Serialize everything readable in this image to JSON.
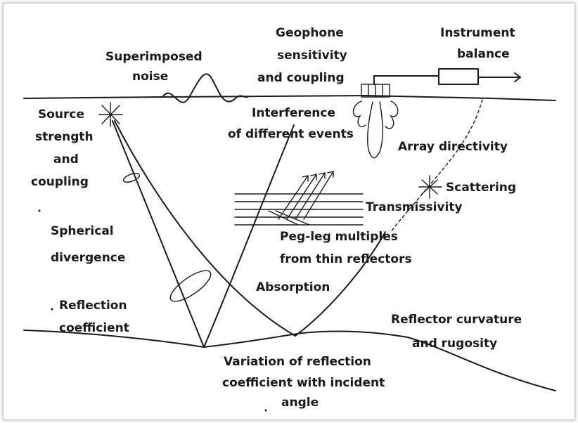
{
  "labels": {
    "superimposed_noise": [
      "Superimposed",
      "noise"
    ],
    "geophone": [
      "Geophone",
      "sensitivity",
      "and coupling"
    ],
    "instrument_balance": [
      "Instrument",
      "balance"
    ],
    "source_strength": [
      "Source",
      "strength",
      "and",
      "coupling"
    ],
    "interference": [
      "Interference",
      "of different events"
    ],
    "array_directivity": [
      "Array directivity"
    ],
    "scattering": [
      "Scattering"
    ],
    "transmissivity": [
      "Transmissivity"
    ],
    "spherical_divergence": [
      "Spherical",
      "divergence"
    ],
    "pegleg": [
      "Peg-leg multiples",
      "from thin reflectors"
    ],
    "absorption": [
      "Absorption"
    ],
    "reflection_coefficient": [
      "Reflection",
      "coefficient"
    ],
    "reflector_curvature": [
      "Reflector curvature",
      "and rugosity"
    ],
    "variation": [
      "Variation of reflection",
      "coefficient with incident",
      "angle"
    ]
  }
}
